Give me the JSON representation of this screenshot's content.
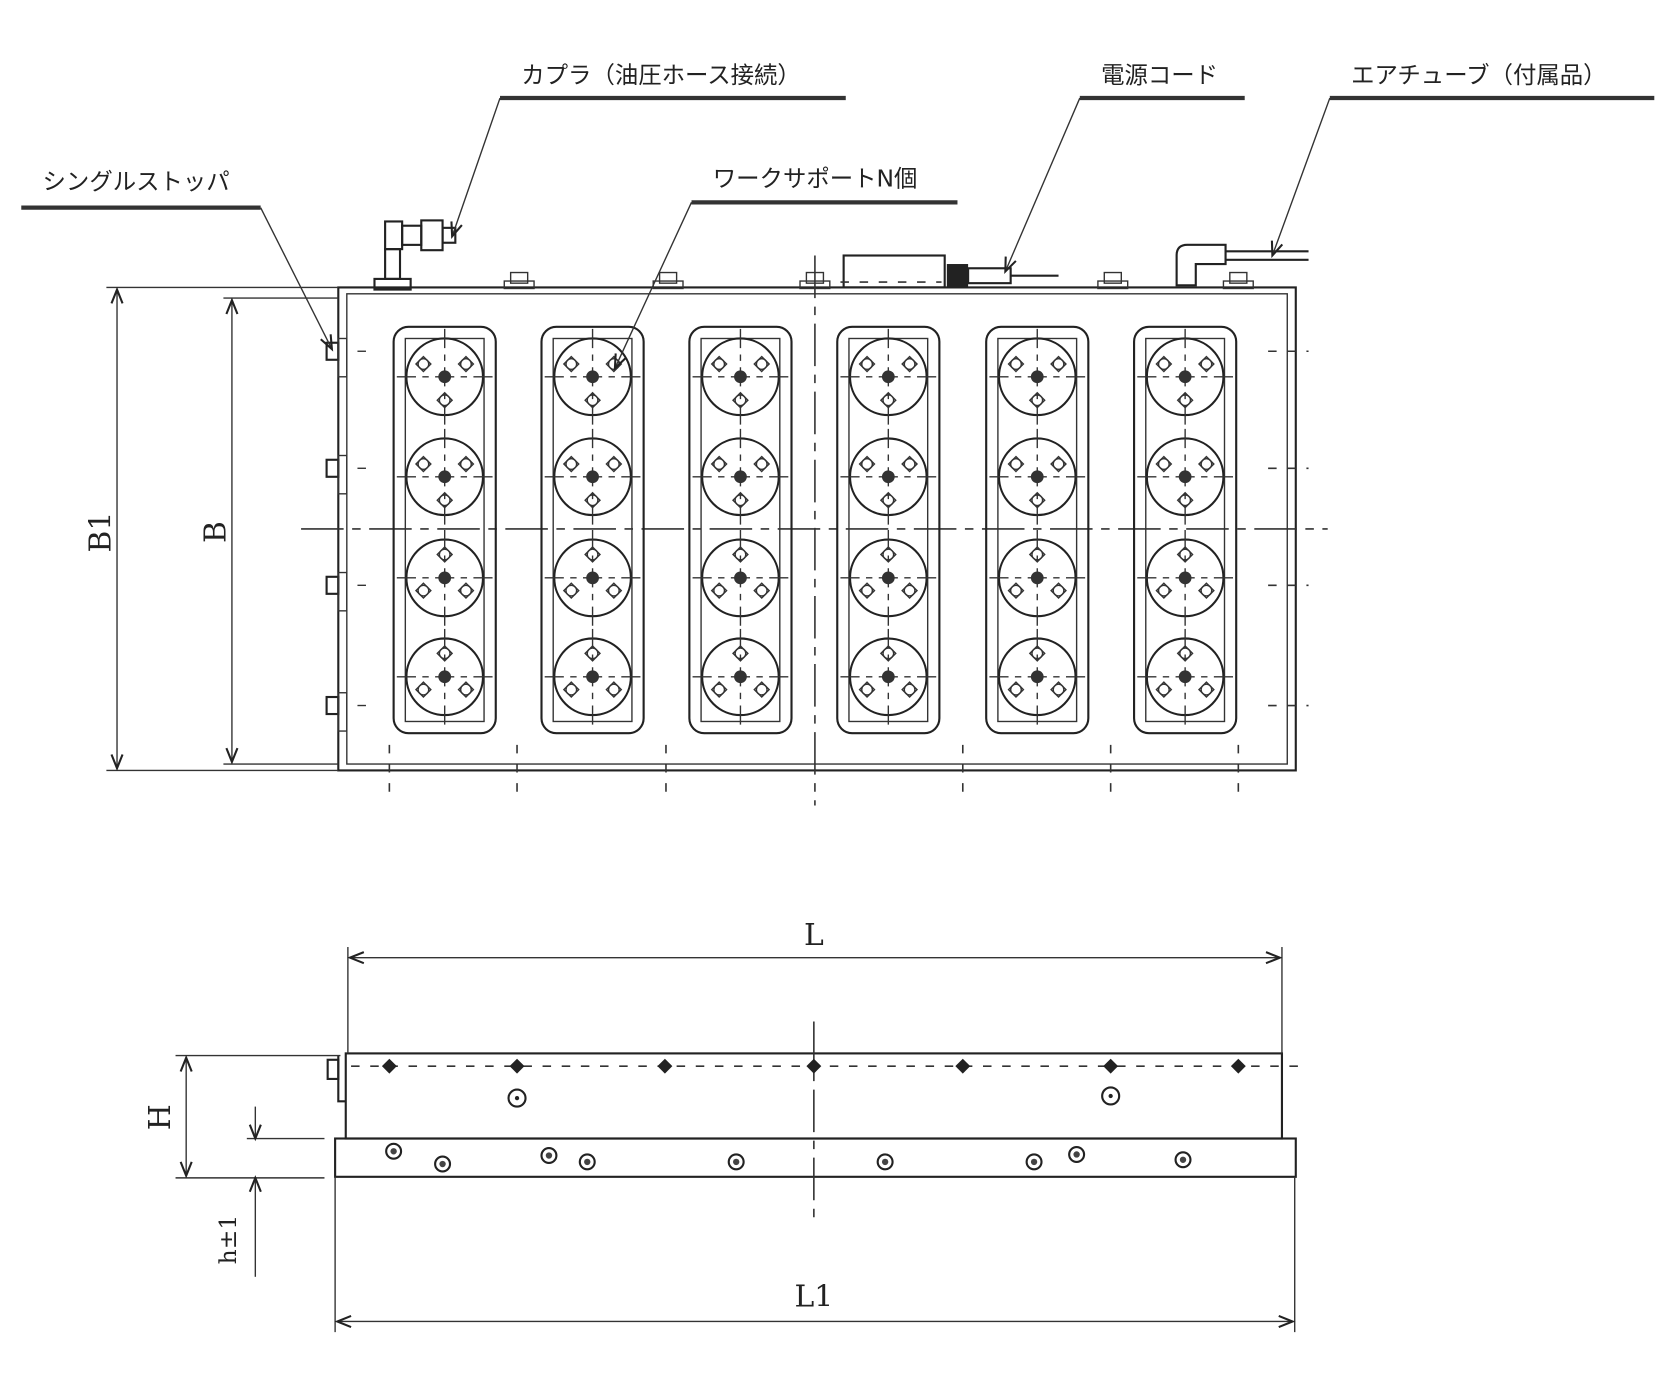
{
  "callouts": {
    "coupler": "カプラ（油圧ホース接続）",
    "power_cord": "電源コード",
    "air_tube": "エアチューブ（付属品）",
    "single_stopper": "シングルストッパ",
    "work_support": "ワークサポートN個"
  },
  "dimensions": {
    "b1": "B1",
    "b": "B",
    "l": "L",
    "l1": "L1",
    "h": "H",
    "h_tol": "h±1"
  },
  "layout_counts": {
    "support_columns": 6,
    "supports_per_column": 4
  }
}
